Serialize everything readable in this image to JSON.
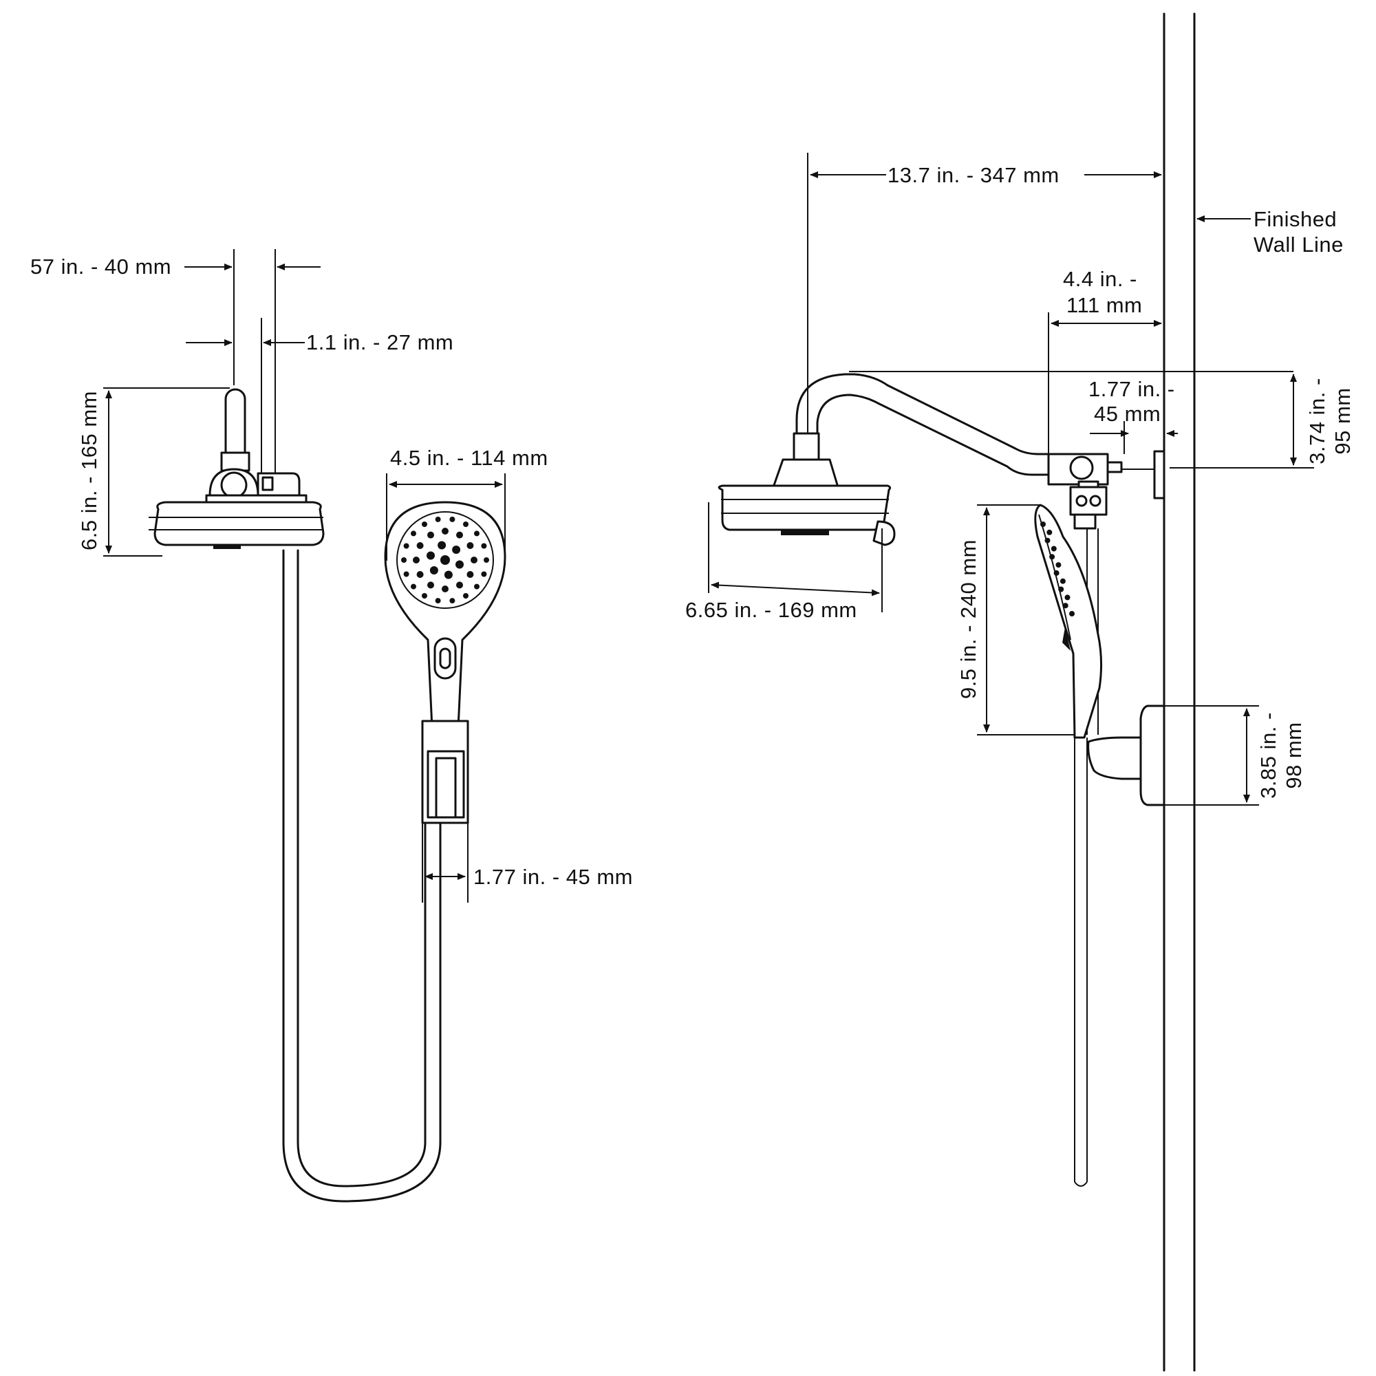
{
  "front_view": {
    "arm_offset_label": "57 in. - 40 mm",
    "arm_width_label": "1.1 in. - 27 mm",
    "head_height_label": "6.5 in. - 165 mm",
    "handshower_width_label": "4.5 in. - 114 mm",
    "holder_width_label": "1.77 in. - 45 mm"
  },
  "side_view": {
    "projection_label": "13.7 in. - 347 mm",
    "wall_label_line1": "Finished",
    "wall_label_line2": "Wall Line",
    "diverter_offset_label_line1": "4.4 in. -",
    "diverter_offset_label_line2": "111 mm",
    "flange_label_line1": "1.77 in. -",
    "flange_label_line2": "45 mm",
    "drop_label_line1": "3.74 in. -",
    "drop_label_line2": "95 mm",
    "head_diameter_label": "6.65 in. - 169 mm",
    "handshower_length_label": "9.5 in. - 240 mm",
    "bracket_height_label_line1": "3.85 in. -",
    "bracket_height_label_line2": "98 mm"
  },
  "icons": [
    "showerhead-front-icon",
    "handshower-face-icon",
    "showerhead-side-icon",
    "handshower-side-icon",
    "wall-bracket-icon"
  ]
}
